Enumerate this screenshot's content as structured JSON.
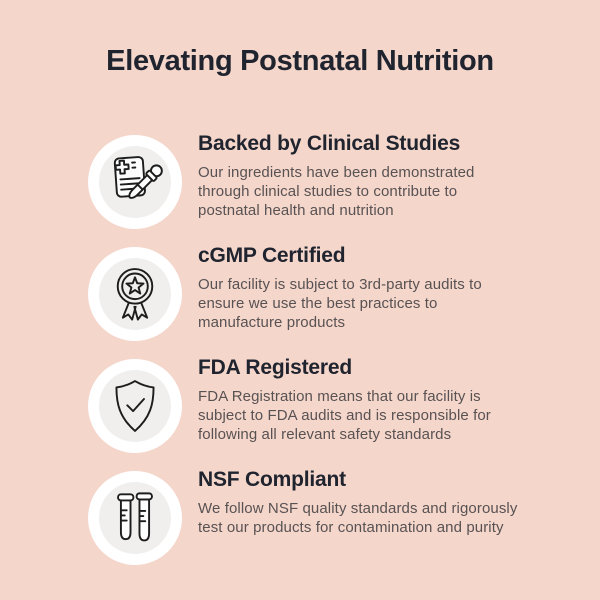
{
  "page": {
    "background_color": "#f5d6cb",
    "title_color": "#20242f",
    "body_text_color": "#585253",
    "icon_stroke_color": "#1d1d1d",
    "title": "Elevating Postnatal Nutrition"
  },
  "sections": [
    {
      "icon": "clipboard-dropper-icon",
      "heading": "Backed by Clinical Studies",
      "body": "Our ingredients have been demonstrated through clinical studies to contribute to postnatal health and nutrition"
    },
    {
      "icon": "medal-star-icon",
      "heading": "cGMP Certified",
      "body": "Our facility is subject to 3rd-party audits to ensure we use the best practices to manufacture products"
    },
    {
      "icon": "shield-check-icon",
      "heading": "FDA Registered",
      "body": "FDA Registration means that our facility is subject to FDA audits and is responsible for following all relevant safety standards"
    },
    {
      "icon": "test-tubes-icon",
      "heading": "NSF Compliant",
      "body": "We follow NSF quality standards and rigorously test our products for contamination and purity"
    }
  ]
}
